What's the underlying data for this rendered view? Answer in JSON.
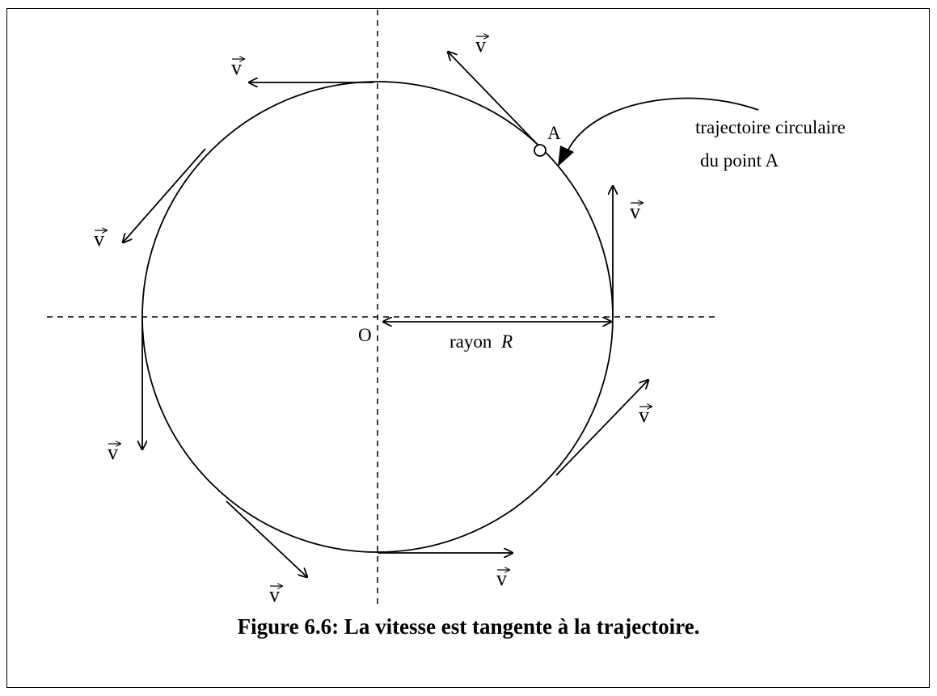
{
  "labels": {
    "origin": "O",
    "point": "A",
    "radius_word": "rayon",
    "radius_symbol": "R",
    "trajectory_line1": "trajectoire circulaire",
    "trajectory_line2": "du point A",
    "velocity_symbol": "v"
  },
  "caption": "Figure 6.6: La vitesse est tangente à la trajectoire."
}
